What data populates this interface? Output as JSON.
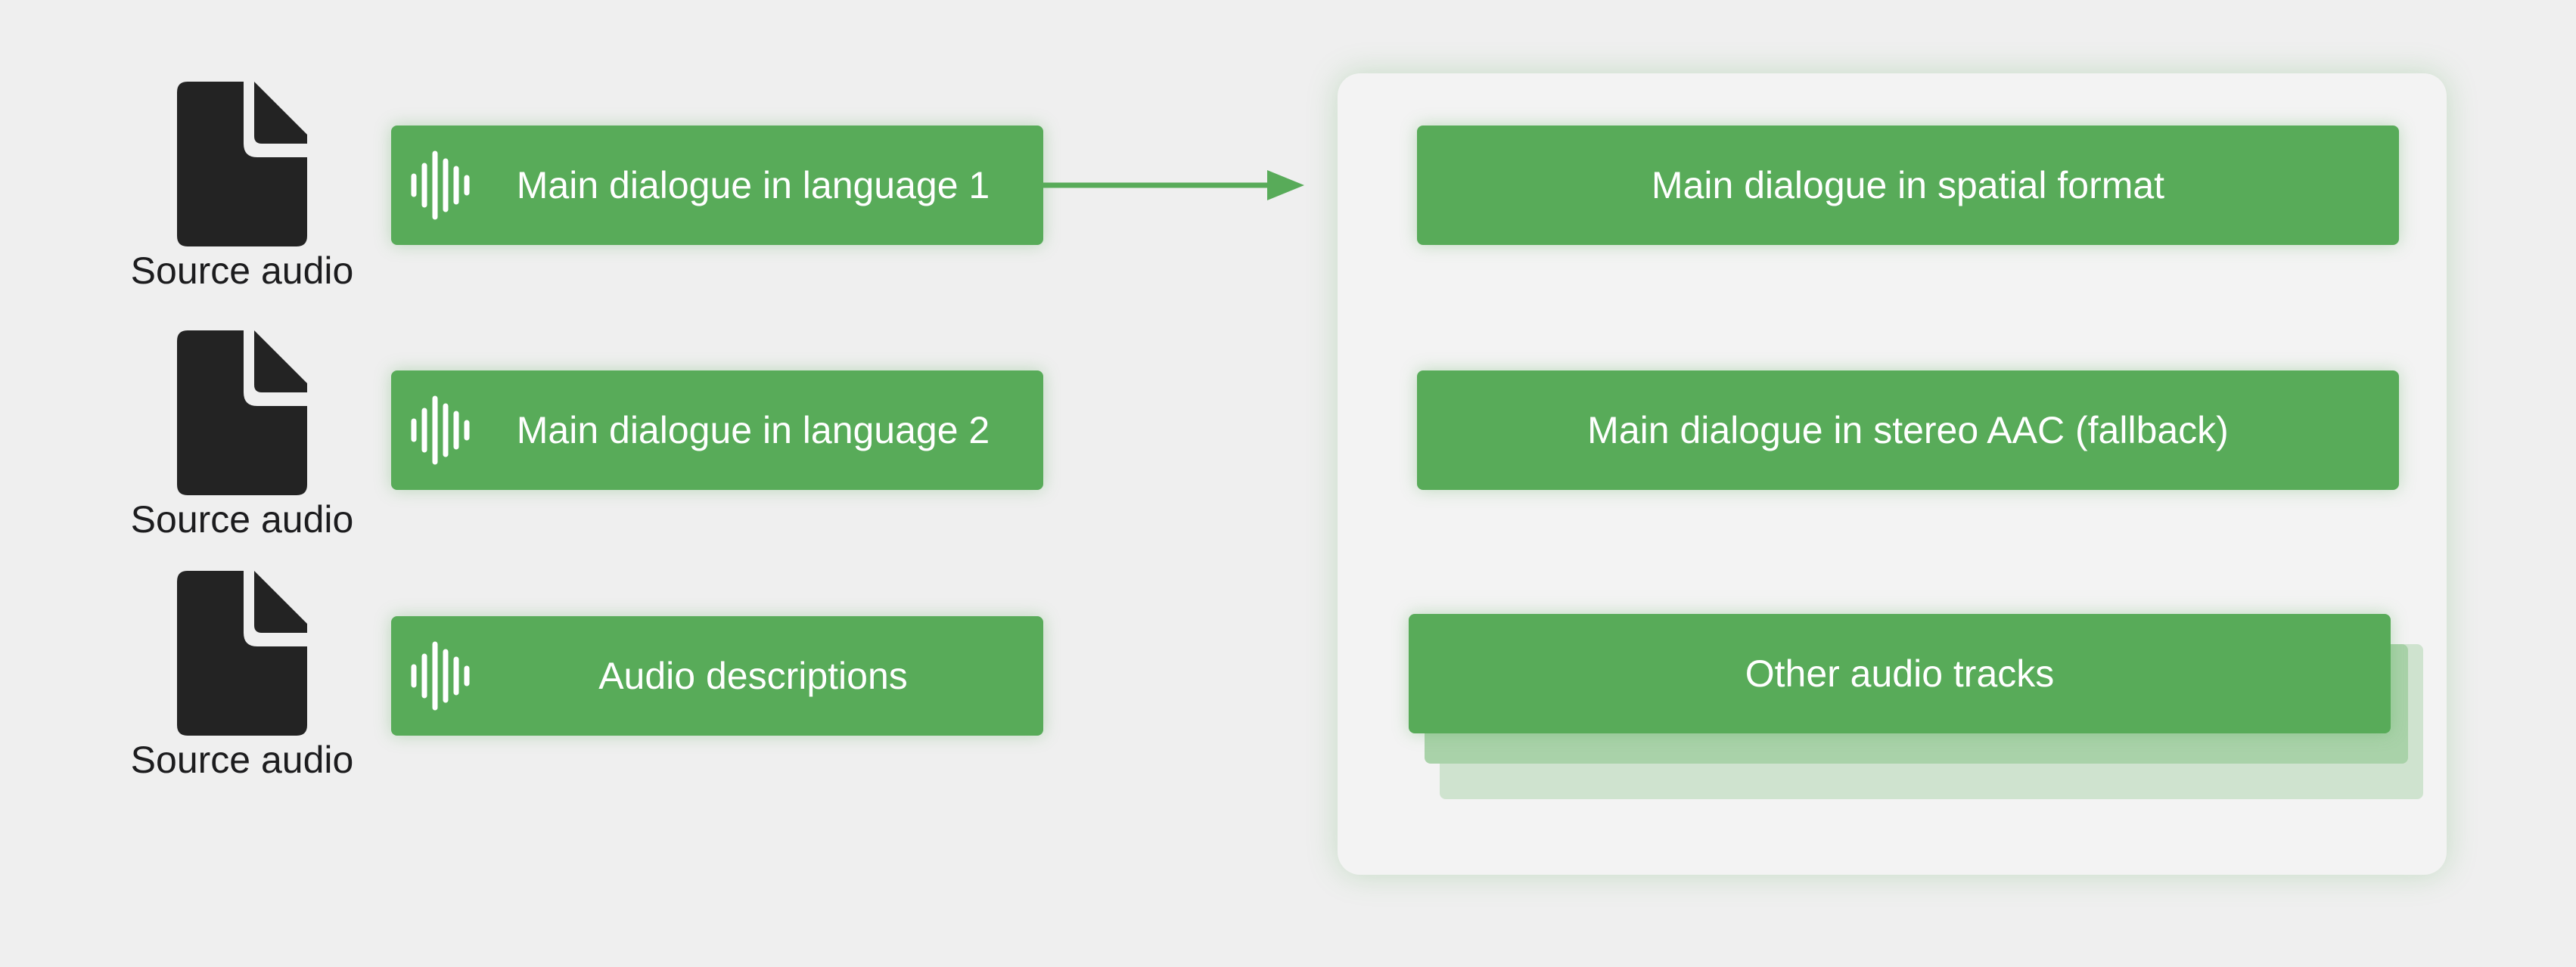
{
  "sources": [
    {
      "label": "Source audio",
      "track": "Main dialogue in language 1"
    },
    {
      "label": "Source audio",
      "track": "Main dialogue in language 2"
    },
    {
      "label": "Source audio",
      "track": "Audio descriptions"
    }
  ],
  "outputs": [
    {
      "label": "Main dialogue in spatial format"
    },
    {
      "label": "Main dialogue in stereo AAC (fallback)"
    },
    {
      "label": "Other audio tracks"
    }
  ],
  "colors": {
    "track_green": "#58ab59",
    "file_icon": "#232323",
    "background": "#efefef"
  },
  "icons": {
    "source": "document-icon",
    "track": "waveform-icon",
    "connector": "arrow-right-icon"
  }
}
